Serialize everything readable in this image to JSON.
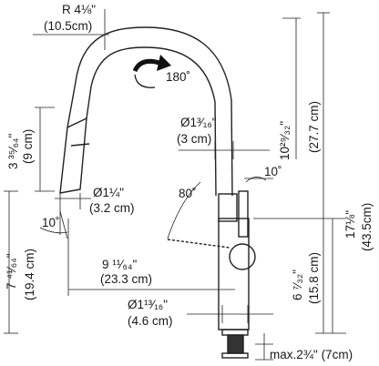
{
  "dimensions": {
    "spout_radius_in": "R 4⅛\"",
    "spout_radius_cm": "(10.5cm)",
    "rotation": "180˚",
    "spray_len_in": "3 ³⁵⁄₆₄\"",
    "spray_len_cm": "(9 cm)",
    "spray_dia_in": "Ø1¼\"",
    "spray_dia_cm": "(3.2 cm)",
    "spray_angle": "10˚",
    "neck_dia_in": "Ø1³⁄₁₆\"",
    "neck_dia_cm": "(3 cm)",
    "spout_height_in": "10²⁹⁄₃₂\"",
    "spout_height_cm": "(27.7 cm)",
    "lever_angle_top": "10˚",
    "lever_angle": "80˚",
    "total_height_in": "17⅛\"",
    "total_height_cm": "(43.5cm)",
    "reach_in": "9 ¹¹⁄₆₄\"",
    "reach_cm": "(23.3 cm)",
    "spray_height_in": "7 ⁴¹⁄₆₄\"",
    "spray_height_cm": "(19.4 cm)",
    "lever_height_in": "6 ⁷⁄₃₂\"",
    "lever_height_cm": "(15.8 cm)",
    "base_dia_in": "Ø1¹³⁄₁₆\"",
    "base_dia_cm": "(4.6 cm)",
    "deck_thickness": "max.2¾\" (7cm)"
  }
}
